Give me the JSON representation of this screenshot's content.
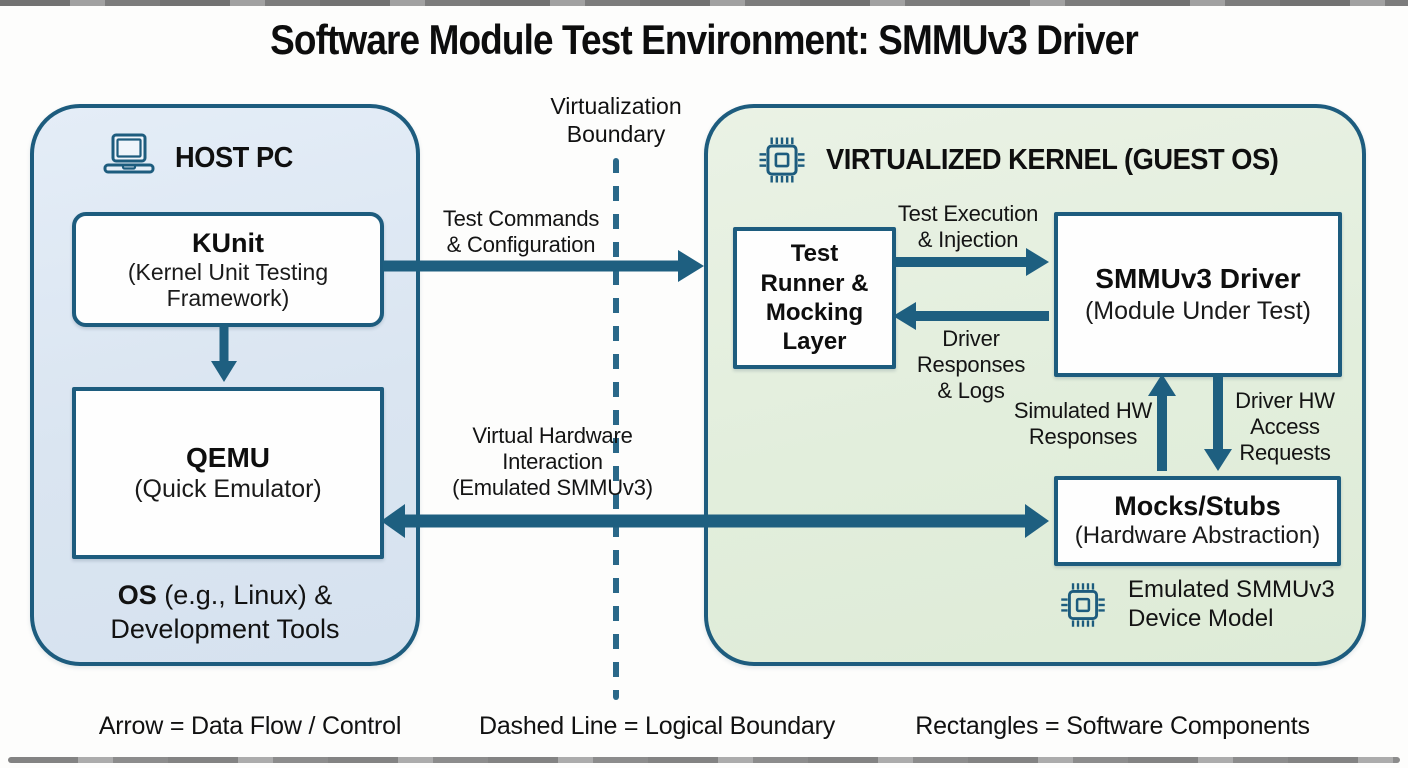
{
  "title": "Software Module Test Environment: SMMUv3 Driver",
  "virtualization_boundary": {
    "line1": "Virtualization",
    "line2": "Boundary"
  },
  "host": {
    "header": "HOST PC",
    "kunit": {
      "title": "KUnit",
      "sub1": "(Kernel Unit Testing",
      "sub2": "Framework)"
    },
    "qemu": {
      "title": "QEMU",
      "sub": "(Quick Emulator)"
    },
    "os_note": {
      "bold": "OS",
      "rest": " (e.g., Linux) &",
      "line2": "Development Tools"
    }
  },
  "guest": {
    "header": "VIRTUALIZED KERNEL (GUEST OS)",
    "test_runner": {
      "l1": "Test",
      "l2": "Runner &",
      "l3": "Mocking",
      "l4": "Layer"
    },
    "smmu": {
      "title": "SMMUv3 Driver",
      "sub": "(Module Under Test)"
    },
    "mocks": {
      "title": "Mocks/Stubs",
      "sub": "(Hardware Abstraction)"
    },
    "device_model": {
      "l1": "Emulated SMMUv3",
      "l2": "Device Model"
    }
  },
  "flow_labels": {
    "test_commands": {
      "l1": "Test Commands",
      "l2": "& Configuration"
    },
    "test_execution": {
      "l1": "Test Execution",
      "l2": "& Injection"
    },
    "driver_responses": {
      "l1": "Driver",
      "l2": "Responses",
      "l3": "& Logs"
    },
    "simulated_hw": {
      "l1": "Simulated HW",
      "l2": "Responses"
    },
    "driver_hw": {
      "l1": "Driver HW",
      "l2": "Access",
      "l3": "Requests"
    },
    "virtual_hw": {
      "l1": "Virtual Hardware",
      "l2": "Interaction",
      "l3": "(Emulated SMMUv3)"
    }
  },
  "legend": {
    "arrow": "Arrow = Data Flow / Control",
    "dashed": "Dashed Line = Logical Boundary",
    "rectangles": "Rectangles = Software Components"
  },
  "colors": {
    "accent": "#1d5c7e",
    "arrow": "#1e5f80",
    "dashed_line": "#2a6889",
    "host_fill": "#dde8f4",
    "guest_fill": "#e5f0e0",
    "box_fill": "#fefefe",
    "text": "#131313"
  }
}
